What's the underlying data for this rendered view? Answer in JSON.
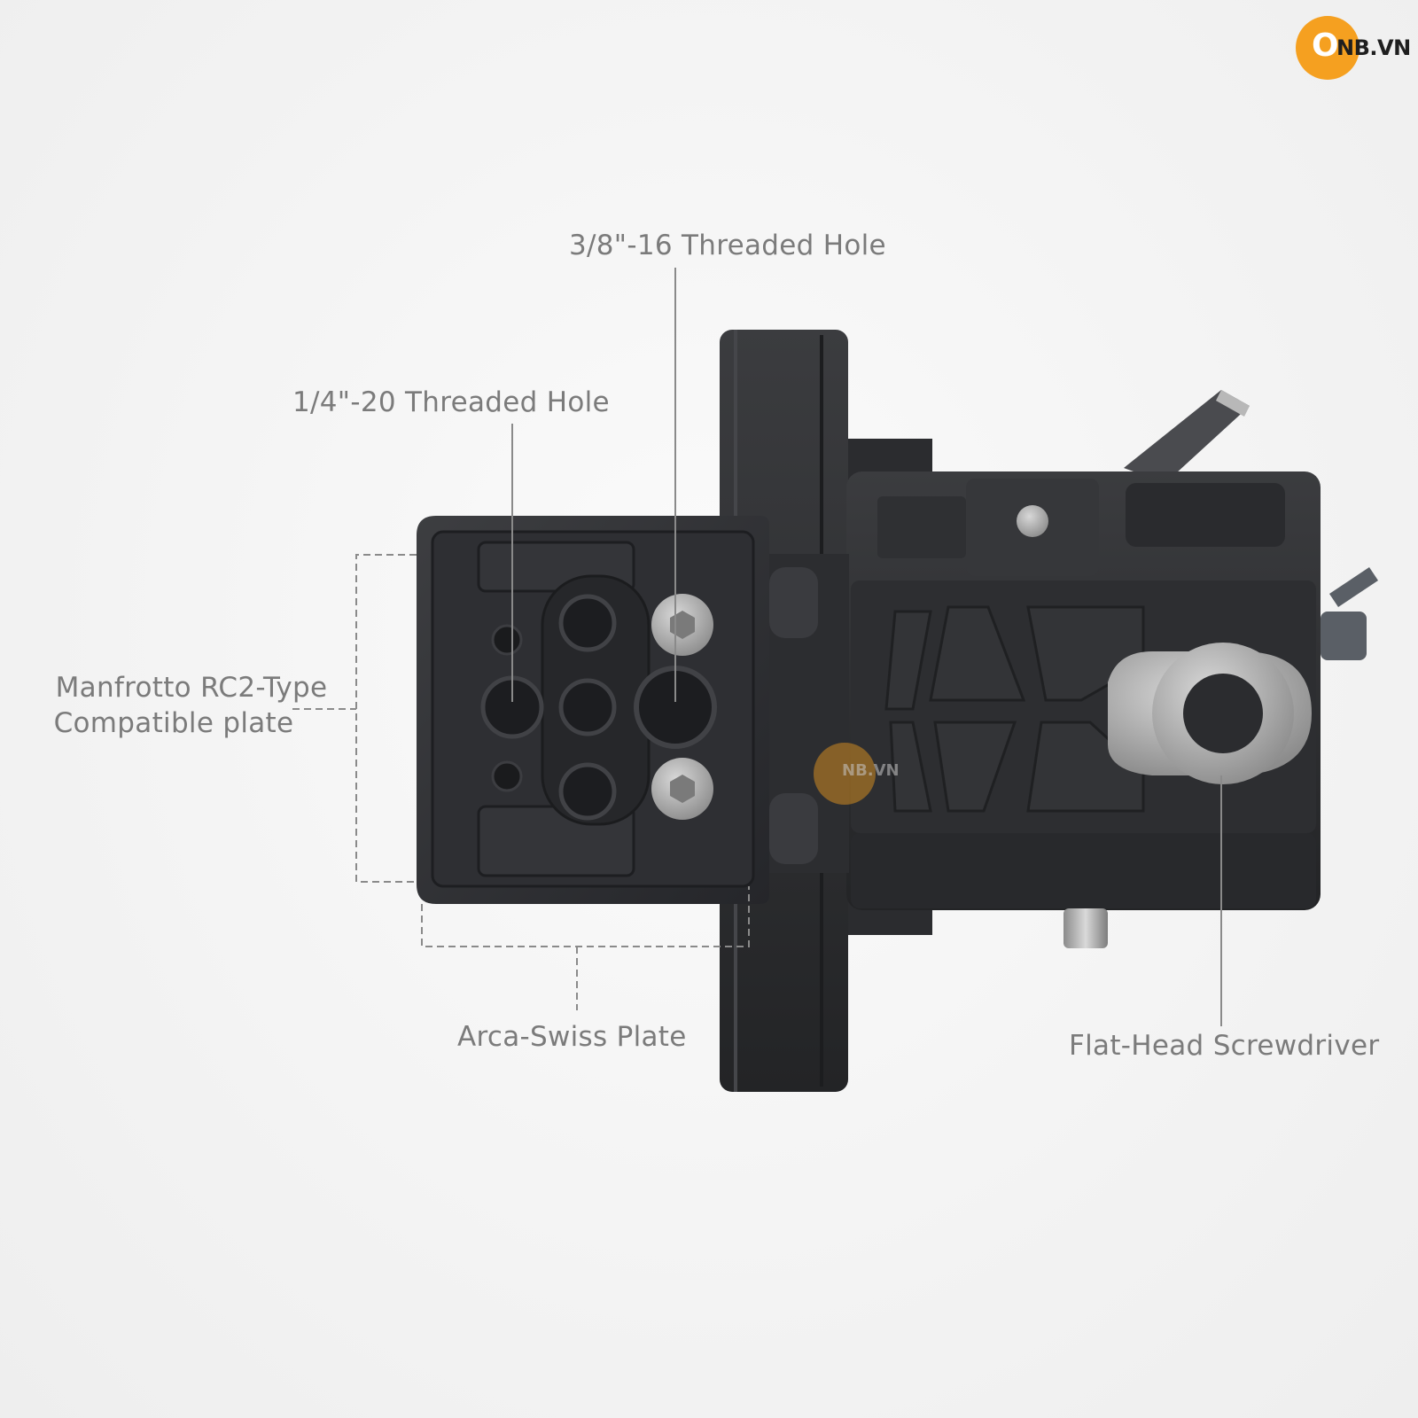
{
  "brand": {
    "logo_text": "NB.VN",
    "logo_letter": "O",
    "accent_color": "#f5a020",
    "watermark_text": "NB.VN"
  },
  "callouts": {
    "threaded_38": "3/8\"-16 Threaded Hole",
    "threaded_14": "1/4\"-20 Threaded Hole",
    "manfrotto_line1": "Manfrotto RC2-Type",
    "manfrotto_line2": "Compatible plate",
    "arca": "Arca-Swiss Plate",
    "screwdriver": "Flat-Head Screwdriver"
  },
  "colors": {
    "body_dark": "#2a2b2d",
    "body_mid": "#3a3b3e",
    "screw_silver": "#9a9a9a",
    "callout_line": "#8a8a8a"
  }
}
